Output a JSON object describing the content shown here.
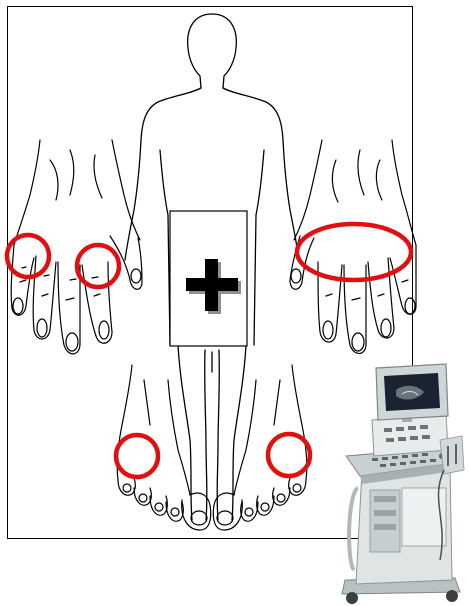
{
  "diagram": {
    "figure": "human-body-line-drawing",
    "regions": [
      "left-hand",
      "right-hand",
      "left-foot",
      "right-foot",
      "genital-cover"
    ],
    "cover_symbol": "+",
    "markers": [
      {
        "name": "left-hand-finger-circle"
      },
      {
        "name": "left-hand-mcp-circle"
      },
      {
        "name": "right-hand-mcp-oval"
      },
      {
        "name": "left-foot-circle"
      },
      {
        "name": "right-foot-circle"
      }
    ],
    "device": "ultrasound-machine",
    "colors": {
      "marker": "#e01010",
      "line": "#000000",
      "background": "#ffffff",
      "device_body": "#d7ddde",
      "device_screen": "#1a2430"
    }
  }
}
